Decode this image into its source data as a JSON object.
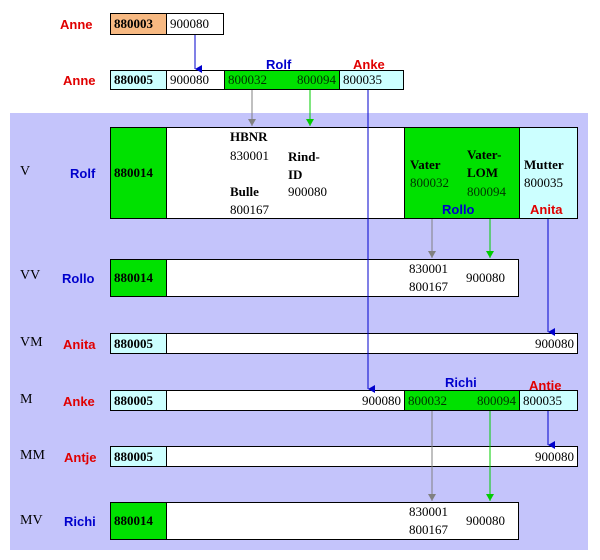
{
  "top": {
    "row1": {
      "name": "Anne",
      "id": "880003",
      "value": "900080"
    },
    "row2": {
      "name": "Anne",
      "id": "880005",
      "value": "900080",
      "green1": "800032",
      "green2": "800094",
      "cyan": "800035",
      "label_rolf": "Rolf",
      "label_anke": "Anke"
    }
  },
  "rows": {
    "v": {
      "code": "V",
      "name": "Rolf",
      "id": "880014",
      "hbnr_label": "HBNR",
      "hbnr": "830001",
      "rind_label": "Rind-\nID",
      "bulle_label": "Bulle",
      "bulle": "800167",
      "rind": "900080",
      "vater_label": "Vater",
      "vater": "800032",
      "vlom_label": "Vater-\nLOM",
      "vlom": "800094",
      "mutter_label": "Mutter",
      "mutter": "800035",
      "rollo": "Rollo",
      "anita": "Anita"
    },
    "vv": {
      "code": "VV",
      "name": "Rollo",
      "id": "880014",
      "v1": "830001",
      "v2": "800167",
      "v3": "900080"
    },
    "vm": {
      "code": "VM",
      "name": "Anita",
      "id": "880005",
      "v1": "900080"
    },
    "m": {
      "code": "M",
      "name": "Anke",
      "id": "880005",
      "v1": "900080",
      "g1": "800032",
      "g2": "800094",
      "c1": "800035",
      "richi": "Richi",
      "antje": "Antje"
    },
    "mm": {
      "code": "MM",
      "name": "Antje",
      "id": "880005",
      "v1": "900080"
    },
    "mv": {
      "code": "MV",
      "name": "Richi",
      "id": "880014",
      "v1": "830001",
      "v2": "800167",
      "v3": "900080"
    }
  }
}
